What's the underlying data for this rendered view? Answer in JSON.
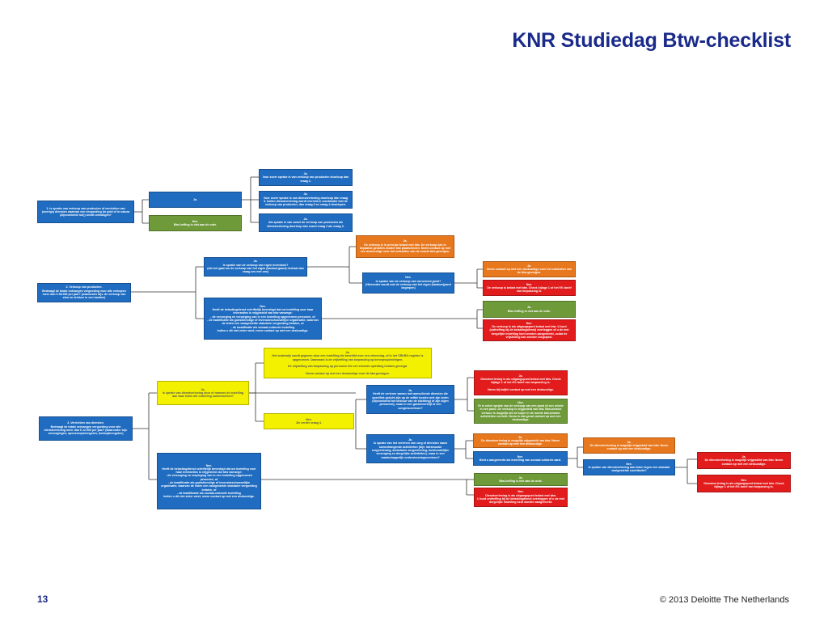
{
  "header": {
    "title": "KNR Studiedag Btw-checklist"
  },
  "footer": {
    "page_number": "13",
    "copyright": "© 2013 Deloitte The Netherlands"
  },
  "colors": {
    "blue": "#1f6cc1",
    "green": "#6e9a3a",
    "orange": "#e8781e",
    "red": "#e21c1c",
    "yellow": "#f3f000",
    "title": "#1a2a8a"
  },
  "diagram": {
    "q1": {
      "text": "1. Is sprake van verkoop van producten of verrichten van (overige) diensten waarvan een vergoeding (in geld of in natura (bijvoorbeeld ruil)) wordt ontvangen?"
    },
    "q1_ja": {
      "text": "Ja."
    },
    "q1_nee": {
      "text": "Nee.\nBtw-heffing is niet aan de orde."
    },
    "q1_r1": {
      "text": "Ja.\nVoor zover sprake is van verkoop van producten doorloop dan vraag 2."
    },
    "q1_r2": {
      "text": "Ja.\nVoor zover sprake is van dienstverlening doorloop dan vraag 3. Indien dienstverlening wordt verricht in combinatie met de verkoop van producten, dan vraag 3 en vraag 4 doorlopen."
    },
    "q1_r3": {
      "text": "Ja.\nAls sprake is van zowel de verkoop van producten als dienstverlening doorloop dan zowel vraag 2 als vraag 3."
    },
    "q2": {
      "text": "2. Verkoop van producten.\nBedraagt de totale ontvangen vergoeding voor alle verkopen meer dan € 68.000 per jaar? (waaronder bijv. de verkoop van eten en drinken in een kantine)"
    },
    "q2_ja": {
      "text": "Ja.\nIs sprake van de verkoop van eigen inventaris?\n(Als het gaat om de verkoop van het eigen (kantoor)pand) herhaal dan vraag zes met ons)"
    },
    "q2_nee": {
      "text": "Nee.\nHeeft de belastingdienst schriftelijk bevestigd dat uw instelling voor haar leveranties is vrijgesteld van btw vanwege:\n- de verzorging en verpleging van in een instelling opgenomen personen, of\n- de kwalificatie als godsdienstige of levensbeschouwelijke organisatie, waarvan de leden een vastgestelde statutaire vergoeding betalen, of\n- de kwalificatie als sociaal-culturele instelling\nIndien u dit niet zeker weet, neem contact op met een deskundige."
    },
    "q2_ja_ja": {
      "text": "Ja.\nDe verkoop is in principe belast met btw. De verkoop kan in bepaalde gevallen zonder btw plaatsvinden. Neem contact op met een deskundige voor het ontsluiten van de exacte btw-gevolgen."
    },
    "q2_ja_nee": {
      "text": "Nee.\nIs sprake van de verkoop van onroerend goed?\n(Hieronder wordt ook de verkoop van het eigen (kantoor)pand begrepen)"
    },
    "q2_og_ja": {
      "text": "Ja.\nNeem contact op met een deskundige voor het ontsluiten van de btw-gevolgen."
    },
    "q2_og_nee": {
      "text": "Nee.\nDe verkoop is belast met btw. Check bijlage 1 of het 6% tarief van toepassing is."
    },
    "q2_nee_ja": {
      "text": "Ja.\nBtw-heffing is niet aan de orde."
    },
    "q2_nee_nee": {
      "text": "Nee.\nDe verkoop is als uitgangspunt belast met btw. U kunt (ontheffing bij de belastingdienst) overleggen of u de met dergelijke instelling bent worden aangemerkt, zodat de vrijstelling kan worden toegepast."
    },
    "q3": {
      "text": "3. Verrichten van diensten.\nBedraagt de totale ontvangen vergoeding voor alle dienstverlening meer dan € 12.000 per jaar? (waaronder bijv. verzorgingen, sponsoropbrengsten, boetopbrengsten)"
    },
    "q3_ja": {
      "text": "Ja.\nIs sprake van dienstverlening door of namens de instelling aan haar leden die onderling samenwerken?"
    },
    "q3_yellow_top": {
      "text": "Ja.\nHet onderwijs wordt gegeven door een instelling die beschikt over een erkenning, of in het CRKBO register is opgenomen. Daarnaast is de vrijstelling van toepassing op beroepsopleidingen.\n\nDe vrijstelling van toepassing op personen die een erkende opleiding hebben gevolgd.\n\nNeem contact op met een deskundige voor de btw-gevolgen."
    },
    "q3_yellow_mid": {
      "text": "Nee.\nZie verder vraag 4."
    },
    "q3_nee": {
      "text": "Nee.\nHeeft de belastingdienst schriftelijk bevestigd dat uw instelling voor haar leveranties is vrijgesteld van btw vanwege:\n- de verzorging en verpleging van in een instelling opgenomen personen, of\n- de kwalificatie als godsdienstige of levensbeschouwelijke organisatie, waarvan de leden een vastgestelde statutaire vergoeding betalen, of\n- de kwalificatie als sociaal-culturele instelling\nIndien u dit niet zeker weet, neem contact op met een deskundige."
    },
    "q3_a": {
      "text": "Ja.\nHeeft de verlener samen met aanvullende diensten die specifiek gericht zijn op de zelfde kosten met zijn leden (bijvoorbeeld het bestuur van de stichting) of zijn eigen personeel), maar in een gastenverblijf of een congrescentrum?"
    },
    "q3_b": {
      "text": "Ja.\nIs sprake van het verlenen van zorg of diensten nauw samenhangende activiteiten (bijv. intramurale zorgverlening, ambulante zorgverlening, huishoudelijke verzorging en dergelijke activiteiten), maar in een maatschappelijk ondersteuningscentrum?"
    },
    "q3_a_r1": {
      "text": "Ja.\nDienstverlening is als uitgangspunt belast met btw. Check bijlage 1 of het 6% tarief van toepassing is.\n\nNeem bij twijfel contact op met een deskundige."
    },
    "q3_a_r2": {
      "text": "Nee.\nEr is enkel sprake van de verkoop van een pand of een ruimte in een pand. De verkoop is vrijgesteld van btw. Btw-belaste verhuur is mogelijk als de koper in de ruimte btw-belaste activiteiten verricht. Neem in dat geval contact op met een deskundige."
    },
    "q3_b_r1": {
      "text": "Ja.\nDe dienstverlening is mogelijk vrijgesteld van btw. Neem contact op met een deskundige."
    },
    "q3_b_r2": {
      "text": "Nee.\nBent u aangemerkt als instelling van sociaal culturele aard."
    },
    "q3_b_r2_ja": {
      "text": "Ja.\nDe dienstverlening is mogelijk vrijgesteld van btw. Neem contact op met een deskundige."
    },
    "q3_b_r2_nee": {
      "text": "Nee.\nIs sprake van dienstverlening aan leden tegen een statutair vastgestelde contributie?"
    },
    "q3_end_ja": {
      "text": "Ja.\nDe dienstverlening is mogelijk vrijgesteld van btw. Neem contact op met een deskundige."
    },
    "q3_end_nee": {
      "text": "Nee.\nDienstverlening is als uitgangspunt belast met btw. Check bijlage 1 of het 6% tarief van toepassing is."
    },
    "q3_nee_ja": {
      "text": "Ja.\nBtw-heffing is niet aan de orde."
    },
    "q3_nee_nee": {
      "text": "Nee.\nDienstverlening is als uitgangspunt belast met btw.\nU kunt ontheffing bij de belastingdienst overleggen of u de met dergelijke instelling bent worden aangemerkt."
    }
  }
}
